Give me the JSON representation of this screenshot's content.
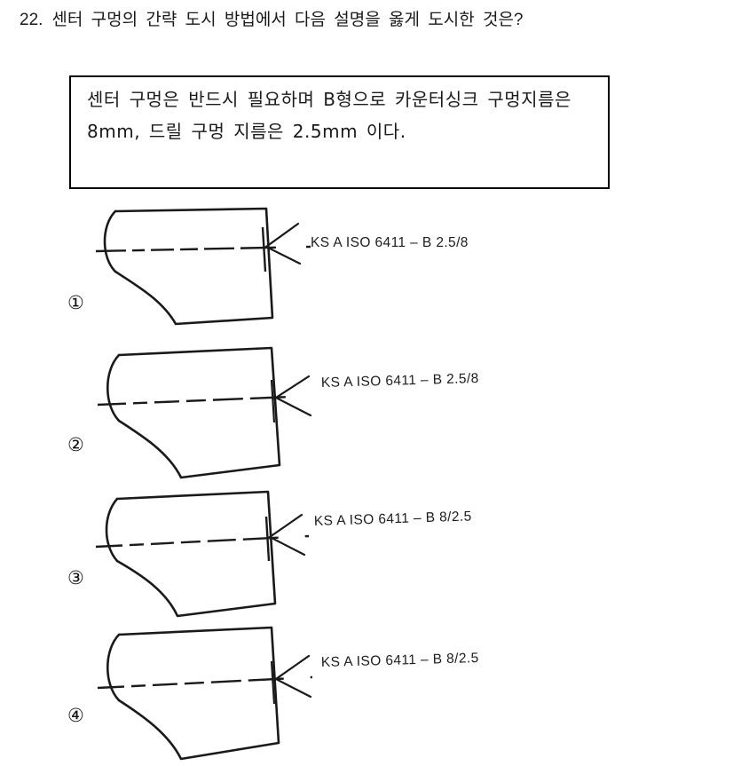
{
  "question": {
    "number": "22.",
    "text": "센터 구멍의 간략 도시 방법에서 다음 설명을 옳게 도시한 것은?"
  },
  "statement_box": {
    "text": "센터 구멍은 반드시 필요하며 B형으로 카운터싱크 구멍지름은 8mm, 드릴 구멍 지름은 2.5mm 이다."
  },
  "options": [
    {
      "marker": "①",
      "label": "KS A ISO 6411 – B 2.5/8",
      "figure": "shaft-end-with-center-hole-symbol"
    },
    {
      "marker": "②",
      "label": "KS A ISO 6411 – B 2.5/8",
      "figure": "shaft-end-with-center-hole-symbol"
    },
    {
      "marker": "③",
      "label": "KS A ISO 6411 – B 8/2.5",
      "figure": "shaft-end-with-center-hole-symbol"
    },
    {
      "marker": "④",
      "label": "KS A ISO 6411 – B 8/2.5",
      "figure": "shaft-end-with-center-hole-symbol"
    }
  ],
  "colors": {
    "ink": "#1a1a1a",
    "paper": "#ffffff",
    "line": "#111111"
  }
}
